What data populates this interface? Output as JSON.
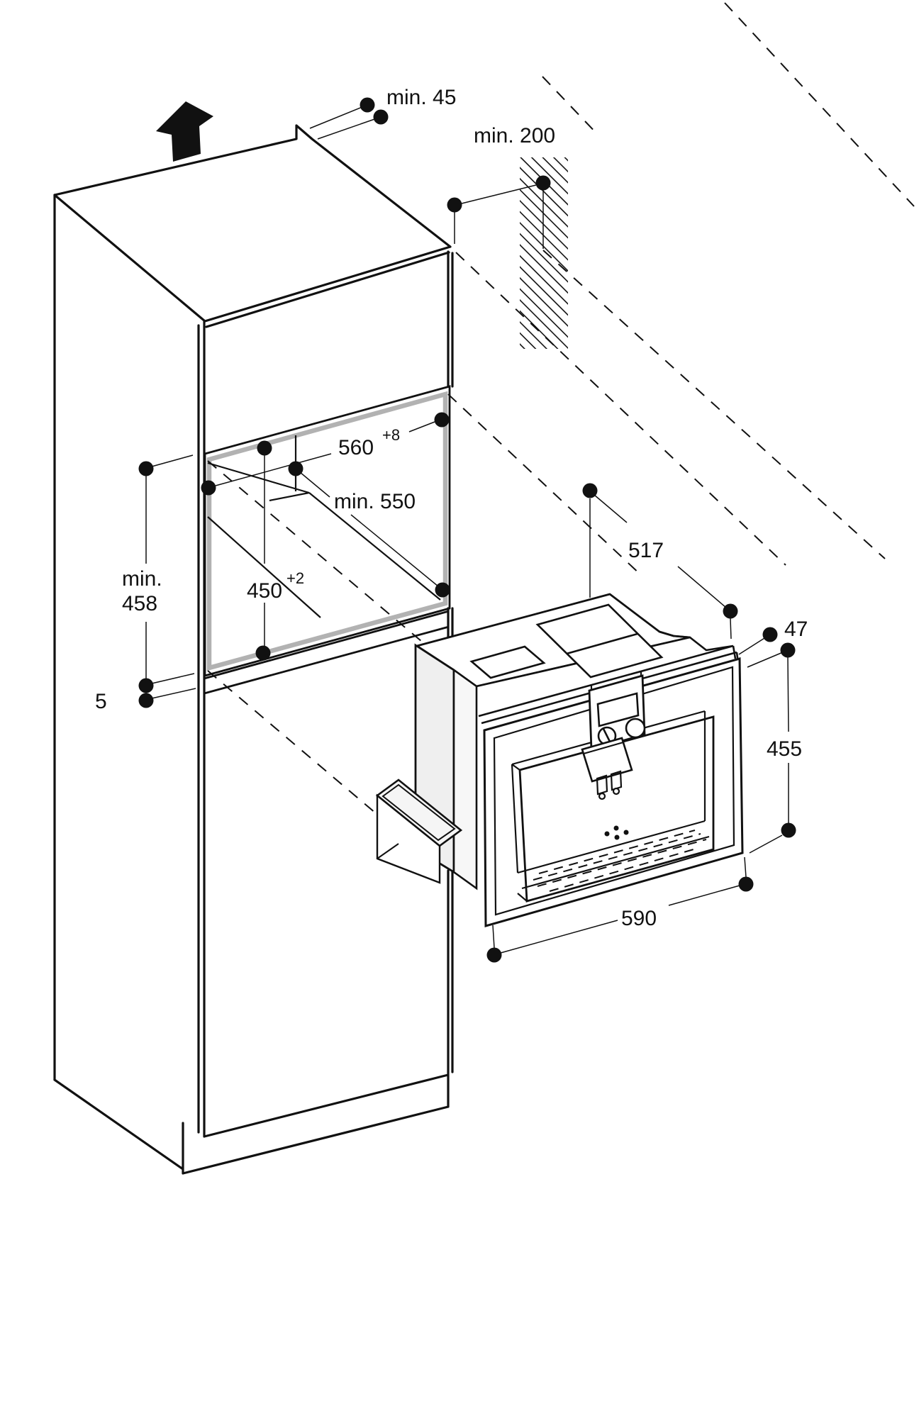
{
  "diagram": {
    "type": "installation-drawing",
    "subject": "built-in coffee machine niche installation",
    "units": "mm",
    "colors": {
      "line": "#111111",
      "niche_highlight": "#b2b2b2",
      "background": "#ffffff"
    },
    "icons": {
      "up_arrow": "removal-direction-arrow"
    },
    "dimensions": {
      "top_clearance": {
        "label": "min. 45"
      },
      "wall_clearance": {
        "label": "min. 200"
      },
      "niche_width": {
        "value": "560",
        "tolerance": "+8"
      },
      "niche_depth": {
        "label": "min. 550"
      },
      "niche_height": {
        "value": "450",
        "tolerance": "+2"
      },
      "front_height": {
        "label_line1": "min.",
        "label_line2": "458"
      },
      "bottom_gap": {
        "label": "5"
      },
      "appliance_depth": {
        "label": "517"
      },
      "fascia_overhang": {
        "label": "47"
      },
      "fascia_height": {
        "label": "455"
      },
      "appliance_width": {
        "label": "590"
      }
    }
  }
}
